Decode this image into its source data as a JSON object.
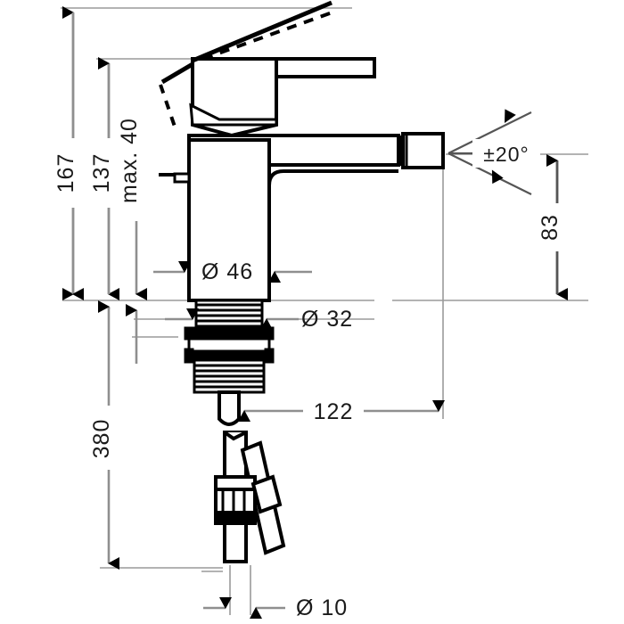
{
  "drawing": {
    "title": "Bidet mixer technical dimension drawing",
    "units": "mm",
    "background_color": "#ffffff",
    "line_color": "#000000",
    "dimension_line_color": "#808080",
    "text_color": "#1a1a1a"
  },
  "dimensions": {
    "total_height": {
      "label": "167",
      "orientation": "vertical",
      "value": 167
    },
    "spout_assembly_height": {
      "label": "137",
      "orientation": "vertical",
      "value": 137
    },
    "max_mounting_thickness": {
      "label": "max. 40",
      "orientation": "vertical",
      "value": 40
    },
    "hose_length": {
      "label": "380",
      "orientation": "vertical",
      "value": 380
    },
    "spout_height": {
      "label": "83",
      "orientation": "vertical",
      "value": 83
    },
    "body_diameter": {
      "label": "Ø 46",
      "orientation": "horizontal",
      "value": 46
    },
    "shank_diameter": {
      "label": "Ø 32",
      "orientation": "horizontal",
      "value": 32
    },
    "spout_reach": {
      "label": "122",
      "orientation": "horizontal",
      "value": 122
    },
    "hose_diameter": {
      "label": "Ø 10",
      "orientation": "horizontal",
      "value": 10
    },
    "swivel_angle": {
      "label": "±20°",
      "orientation": "angular",
      "value": 20
    }
  },
  "product": {
    "type": "single-lever bidet mixer",
    "features": [
      "pop-up waste lever",
      "swivel aerator ±20°",
      "two flexible supply hoses",
      "threaded shank with mounting nut"
    ]
  }
}
